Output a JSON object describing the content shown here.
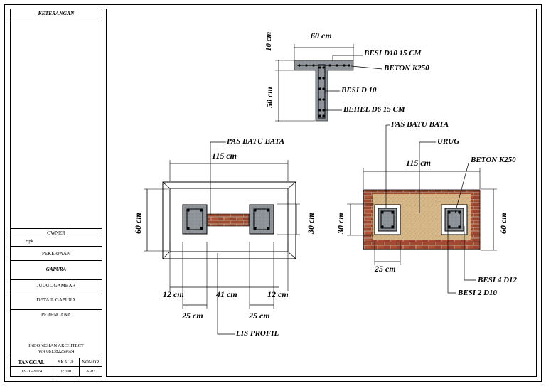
{
  "title_block": {
    "keterangan": "KETERANGAN",
    "owner_label": "OWNER",
    "owner_value": "Bpk.",
    "pekerjaan_label": "PEKERJAAN",
    "pekerjaan_value": "GAPURA",
    "judul_label": "JUDUL GAMBAR",
    "judul_value": "DETAIL GAPURA",
    "perencana_label": "PERENCANA",
    "perencana_name": "INDONESIAN ARCHITECT",
    "perencana_phone": "WA 081382259624",
    "tanggal_label": "TANGGAL",
    "skala_label": "SKALA",
    "nomor_label": "NOMOR",
    "tanggal_value": "02-10-2024",
    "skala_value": "1:100",
    "nomor_value": "A-03"
  },
  "t_section": {
    "dim_width": "60 cm",
    "dim_flange": "10 cm",
    "dim_height": "50 cm",
    "label_top_rebar": "BESI D10 15 CM",
    "label_concrete": "BETON K250",
    "label_web_rebar": "BESI D 10",
    "label_stirrup": "BEHEL D6 15 CM"
  },
  "plan_left": {
    "label_brick": "PAS BATU BATA",
    "dim_total": "115 cm",
    "dim_height": "60 cm",
    "dim_inner": "30 cm",
    "dim_12_left": "12 cm",
    "dim_41": "41 cm",
    "dim_12_right": "12 cm",
    "dim_25_left": "25 cm",
    "dim_25_right": "25 cm",
    "label_profile": "LIS PROFIL"
  },
  "plan_right": {
    "label_brick": "PAS BATU BATA",
    "label_fill": "URUG",
    "dim_total": "115 cm",
    "label_concrete": "BETON K250",
    "dim_inner": "30 cm",
    "dim_height": "60 cm",
    "dim_25": "25 cm",
    "label_rebar_4": "BESI 4 D12",
    "label_rebar_2": "BESI 2 D10"
  }
}
